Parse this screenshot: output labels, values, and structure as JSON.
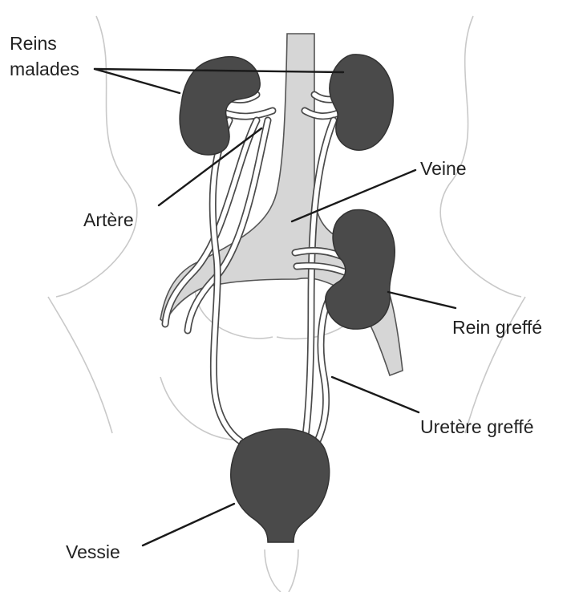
{
  "labels": {
    "diseased_kidneys_line1": "Reins",
    "diseased_kidneys_line2": "malades",
    "artery": "Artère",
    "vein": "Veine",
    "transplanted_kidney": "Rein greffé",
    "transplanted_ureter": "Uretère greffé",
    "bladder": "Vessie"
  },
  "colors": {
    "organ": "#4a4a4a",
    "vein": "#d6d6d6",
    "outline": "#333333",
    "body_contour": "#c9c9c9"
  }
}
